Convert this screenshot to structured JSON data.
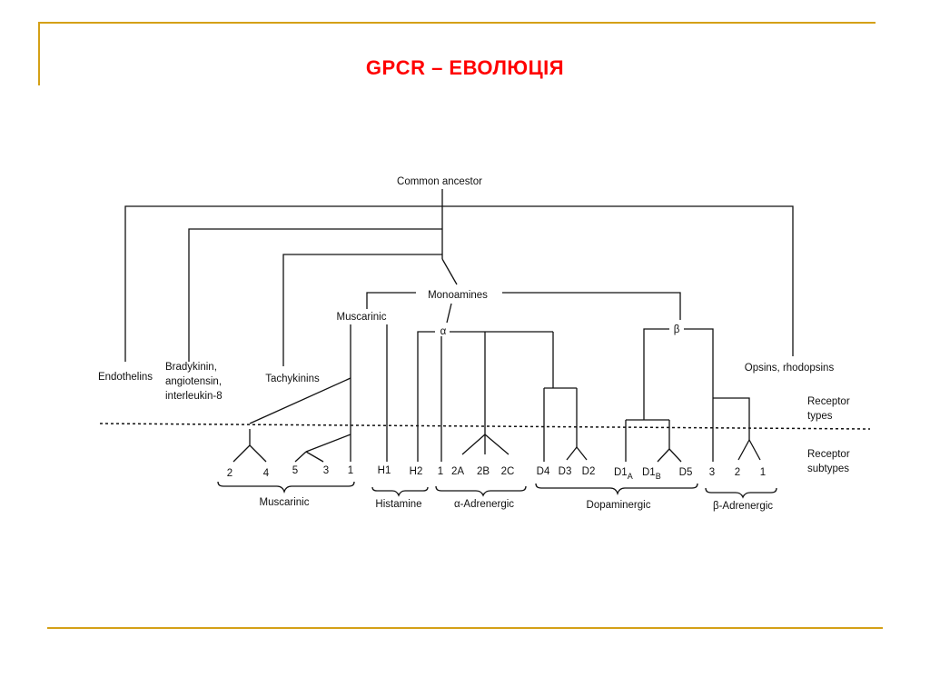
{
  "slide": {
    "title": "GPCR – ЕВОЛЮЦІЯ",
    "frame_color": "#d4a017",
    "title_color": "#ff0000"
  },
  "tree": {
    "root": "Common ancestor",
    "families": {
      "endothelins": "Endothelins",
      "bradykinin_1": "Bradykinin,",
      "bradykinin_2": "angiotensin,",
      "bradykinin_3": "interleukin-8",
      "tachykinins": "Tachykinins",
      "opsins": "Opsins, rhodopsins"
    },
    "monoamines": "Monoamines",
    "muscarinic_branch": "Muscarinic",
    "alpha": "α",
    "beta": "β",
    "row_labels": {
      "types_1": "Receptor",
      "types_2": "types",
      "subtypes_1": "Receptor",
      "subtypes_2": "subtypes"
    },
    "subtypes": {
      "m2": "2",
      "m4": "4",
      "m5": "5",
      "m3": "3",
      "m1": "1",
      "h1": "H1",
      "h2": "H2",
      "a1": "1",
      "a2a": "2A",
      "a2b": "2B",
      "a2c": "2C",
      "d4": "D4",
      "d3": "D3",
      "d2": "D2",
      "d1a_base": "D1",
      "d1a_sub": "A",
      "d1b_base": "D1",
      "d1b_sub": "B",
      "d5": "D5",
      "b3": "3",
      "b2": "2",
      "b1": "1"
    },
    "groups": {
      "muscarinic": "Muscarinic",
      "histamine": "Histamine",
      "alpha_adrenergic": "α-Adrenergic",
      "dopaminergic": "Dopaminergic",
      "beta_adrenergic": "β-Adrenergic"
    }
  }
}
